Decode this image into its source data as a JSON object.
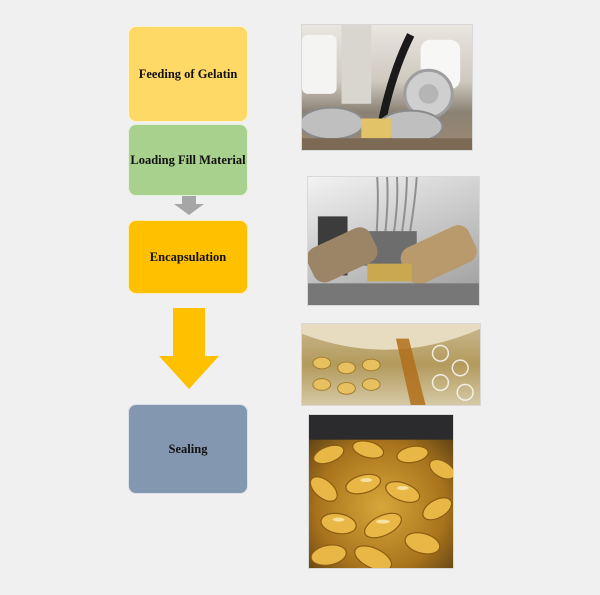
{
  "steps": {
    "s1": "Feeding of Gelatin",
    "s2": "Loading Fill Material",
    "s3": "Encapsulation",
    "s4": "Sealing"
  },
  "colors": {
    "feeding": "#ffd966",
    "loading": "#a9d18e",
    "encapsulation": "#ffc000",
    "sealing": "#8497b0",
    "small_arrow": "#a6a6a6",
    "big_arrow": "#ffc000"
  },
  "images": [
    {
      "name": "gelatin-feeding-machine-photo"
    },
    {
      "name": "fill-material-injection-photo"
    },
    {
      "name": "encapsulation-die-roll-photo"
    },
    {
      "name": "sealed-softgel-capsules-photo"
    }
  ]
}
